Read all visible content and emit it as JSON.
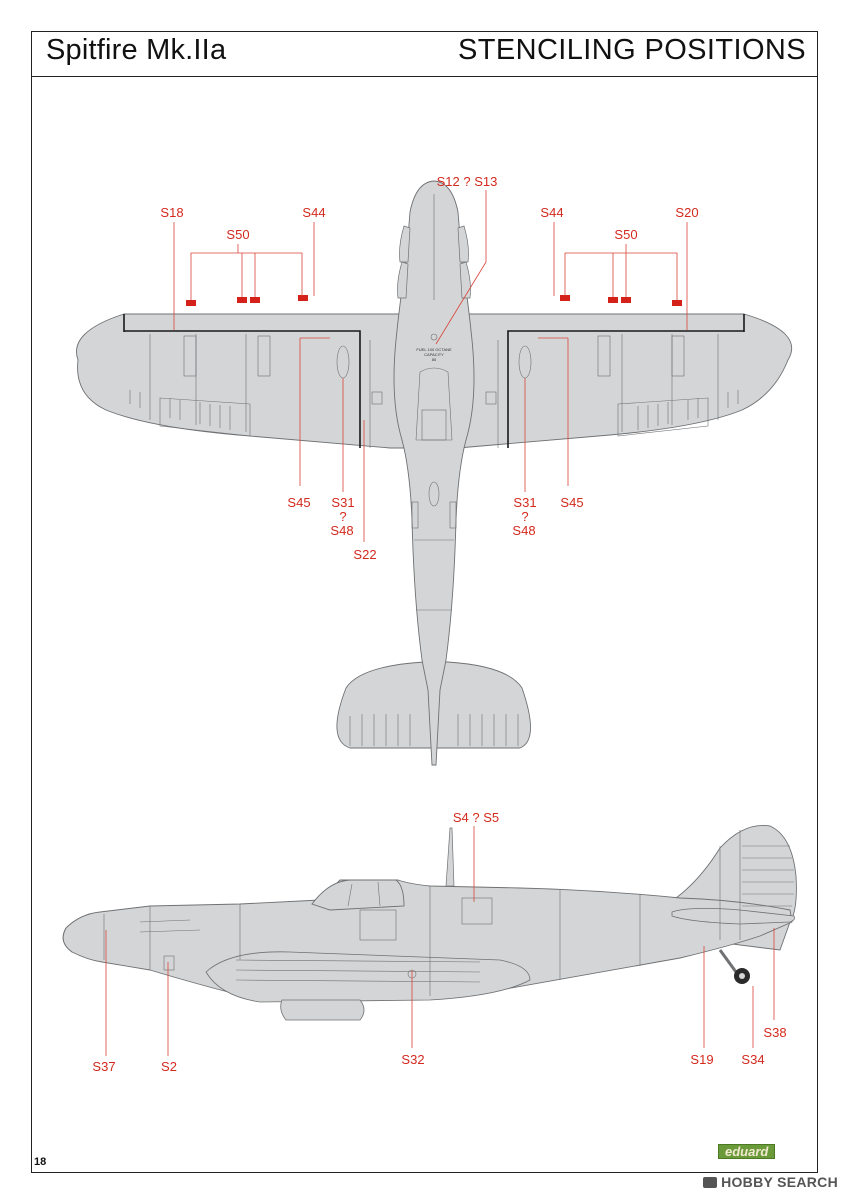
{
  "header": {
    "aircraft": "Spitfire Mk.IIa",
    "section": "STENCILING POSITIONS"
  },
  "footer": {
    "page_number": "18",
    "brand": "eduard",
    "watermark": "HOBBY SEARCH"
  },
  "plan_view": {
    "callouts": {
      "s12_s13": "S12 ? S13",
      "s18": "S18",
      "s20": "S20",
      "s44_left": "S44",
      "s44_right": "S44",
      "s50_left": "S50",
      "s50_right": "S50",
      "s45_left": "S45",
      "s45_right": "S45",
      "s31_left": "S31",
      "s31_right": "S31",
      "q_left": "?",
      "q_right": "?",
      "s48_left": "S48",
      "s48_right": "S48",
      "s22": "S22"
    },
    "stencil_text": {
      "fuel_1": "FUEL 100 OCTANE",
      "fuel_2": "CAPACITY",
      "fuel_3": "85"
    }
  },
  "side_view": {
    "callouts": {
      "s4_s5": "S4 ? S5",
      "s37": "S37",
      "s2": "S2",
      "s32": "S32",
      "s19": "S19",
      "s34": "S34",
      "s38": "S38"
    }
  },
  "colors": {
    "callout": "#d32a1e",
    "airframe": "#d4d5d7",
    "panel_line": "#6f7173",
    "marking": "#d4221a"
  }
}
